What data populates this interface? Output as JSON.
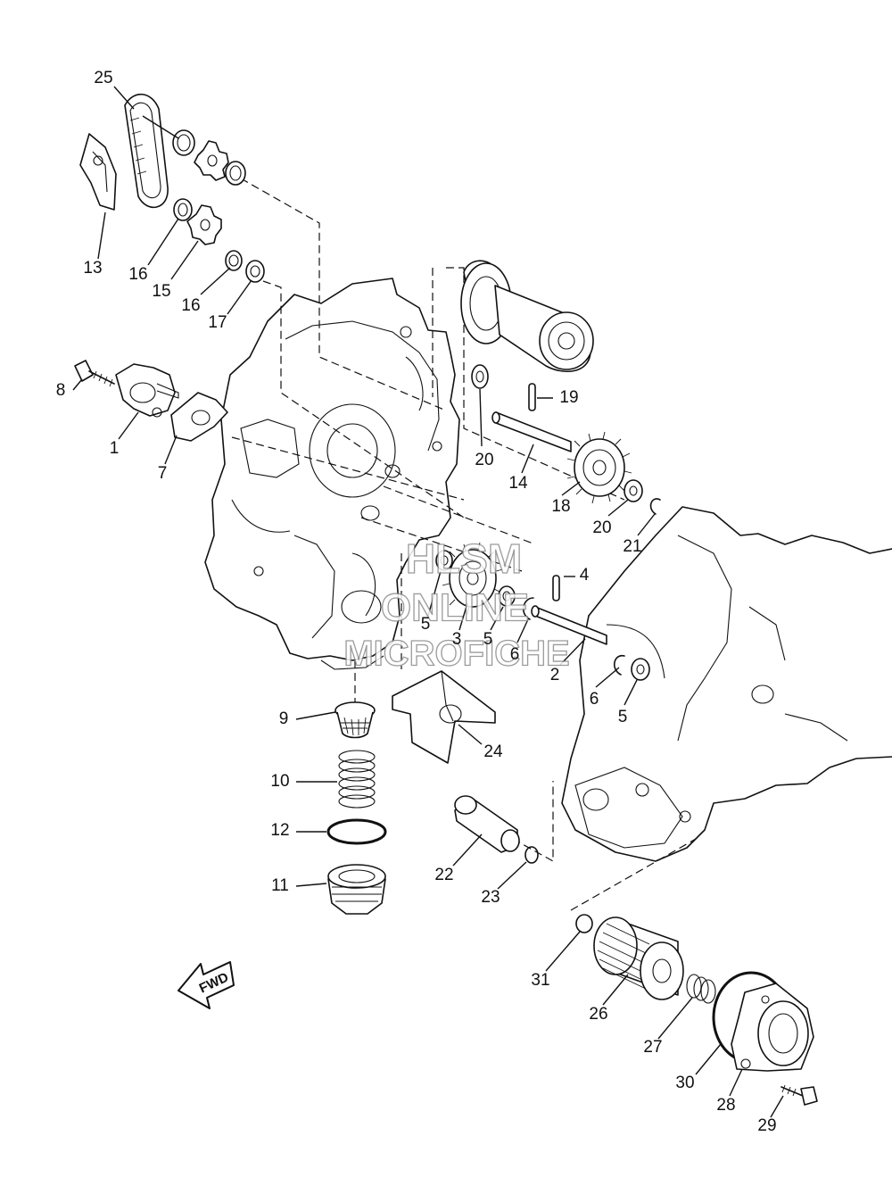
{
  "watermark": {
    "line1": "HLSM",
    "line2": "ONLINE",
    "line3": "MICROFICHE"
  },
  "fwd_label": "FWD",
  "callouts": [
    {
      "id": "25",
      "label": "25"
    },
    {
      "id": "13",
      "label": "13"
    },
    {
      "id": "16a",
      "label": "16"
    },
    {
      "id": "15",
      "label": "15"
    },
    {
      "id": "16b",
      "label": "16"
    },
    {
      "id": "17",
      "label": "17"
    },
    {
      "id": "8",
      "label": "8"
    },
    {
      "id": "1",
      "label": "1"
    },
    {
      "id": "7",
      "label": "7"
    },
    {
      "id": "19",
      "label": "19"
    },
    {
      "id": "20a",
      "label": "20"
    },
    {
      "id": "14",
      "label": "14"
    },
    {
      "id": "18",
      "label": "18"
    },
    {
      "id": "20b",
      "label": "20"
    },
    {
      "id": "21",
      "label": "21"
    },
    {
      "id": "4",
      "label": "4"
    },
    {
      "id": "5a",
      "label": "5"
    },
    {
      "id": "3",
      "label": "3"
    },
    {
      "id": "5b",
      "label": "5"
    },
    {
      "id": "6a",
      "label": "6"
    },
    {
      "id": "2",
      "label": "2"
    },
    {
      "id": "6b",
      "label": "6"
    },
    {
      "id": "5c",
      "label": "5"
    },
    {
      "id": "9",
      "label": "9"
    },
    {
      "id": "24",
      "label": "24"
    },
    {
      "id": "10",
      "label": "10"
    },
    {
      "id": "12",
      "label": "12"
    },
    {
      "id": "11",
      "label": "11"
    },
    {
      "id": "22",
      "label": "22"
    },
    {
      "id": "23",
      "label": "23"
    },
    {
      "id": "31",
      "label": "31"
    },
    {
      "id": "26",
      "label": "26"
    },
    {
      "id": "27",
      "label": "27"
    },
    {
      "id": "30",
      "label": "30"
    },
    {
      "id": "28",
      "label": "28"
    },
    {
      "id": "29",
      "label": "29"
    }
  ]
}
